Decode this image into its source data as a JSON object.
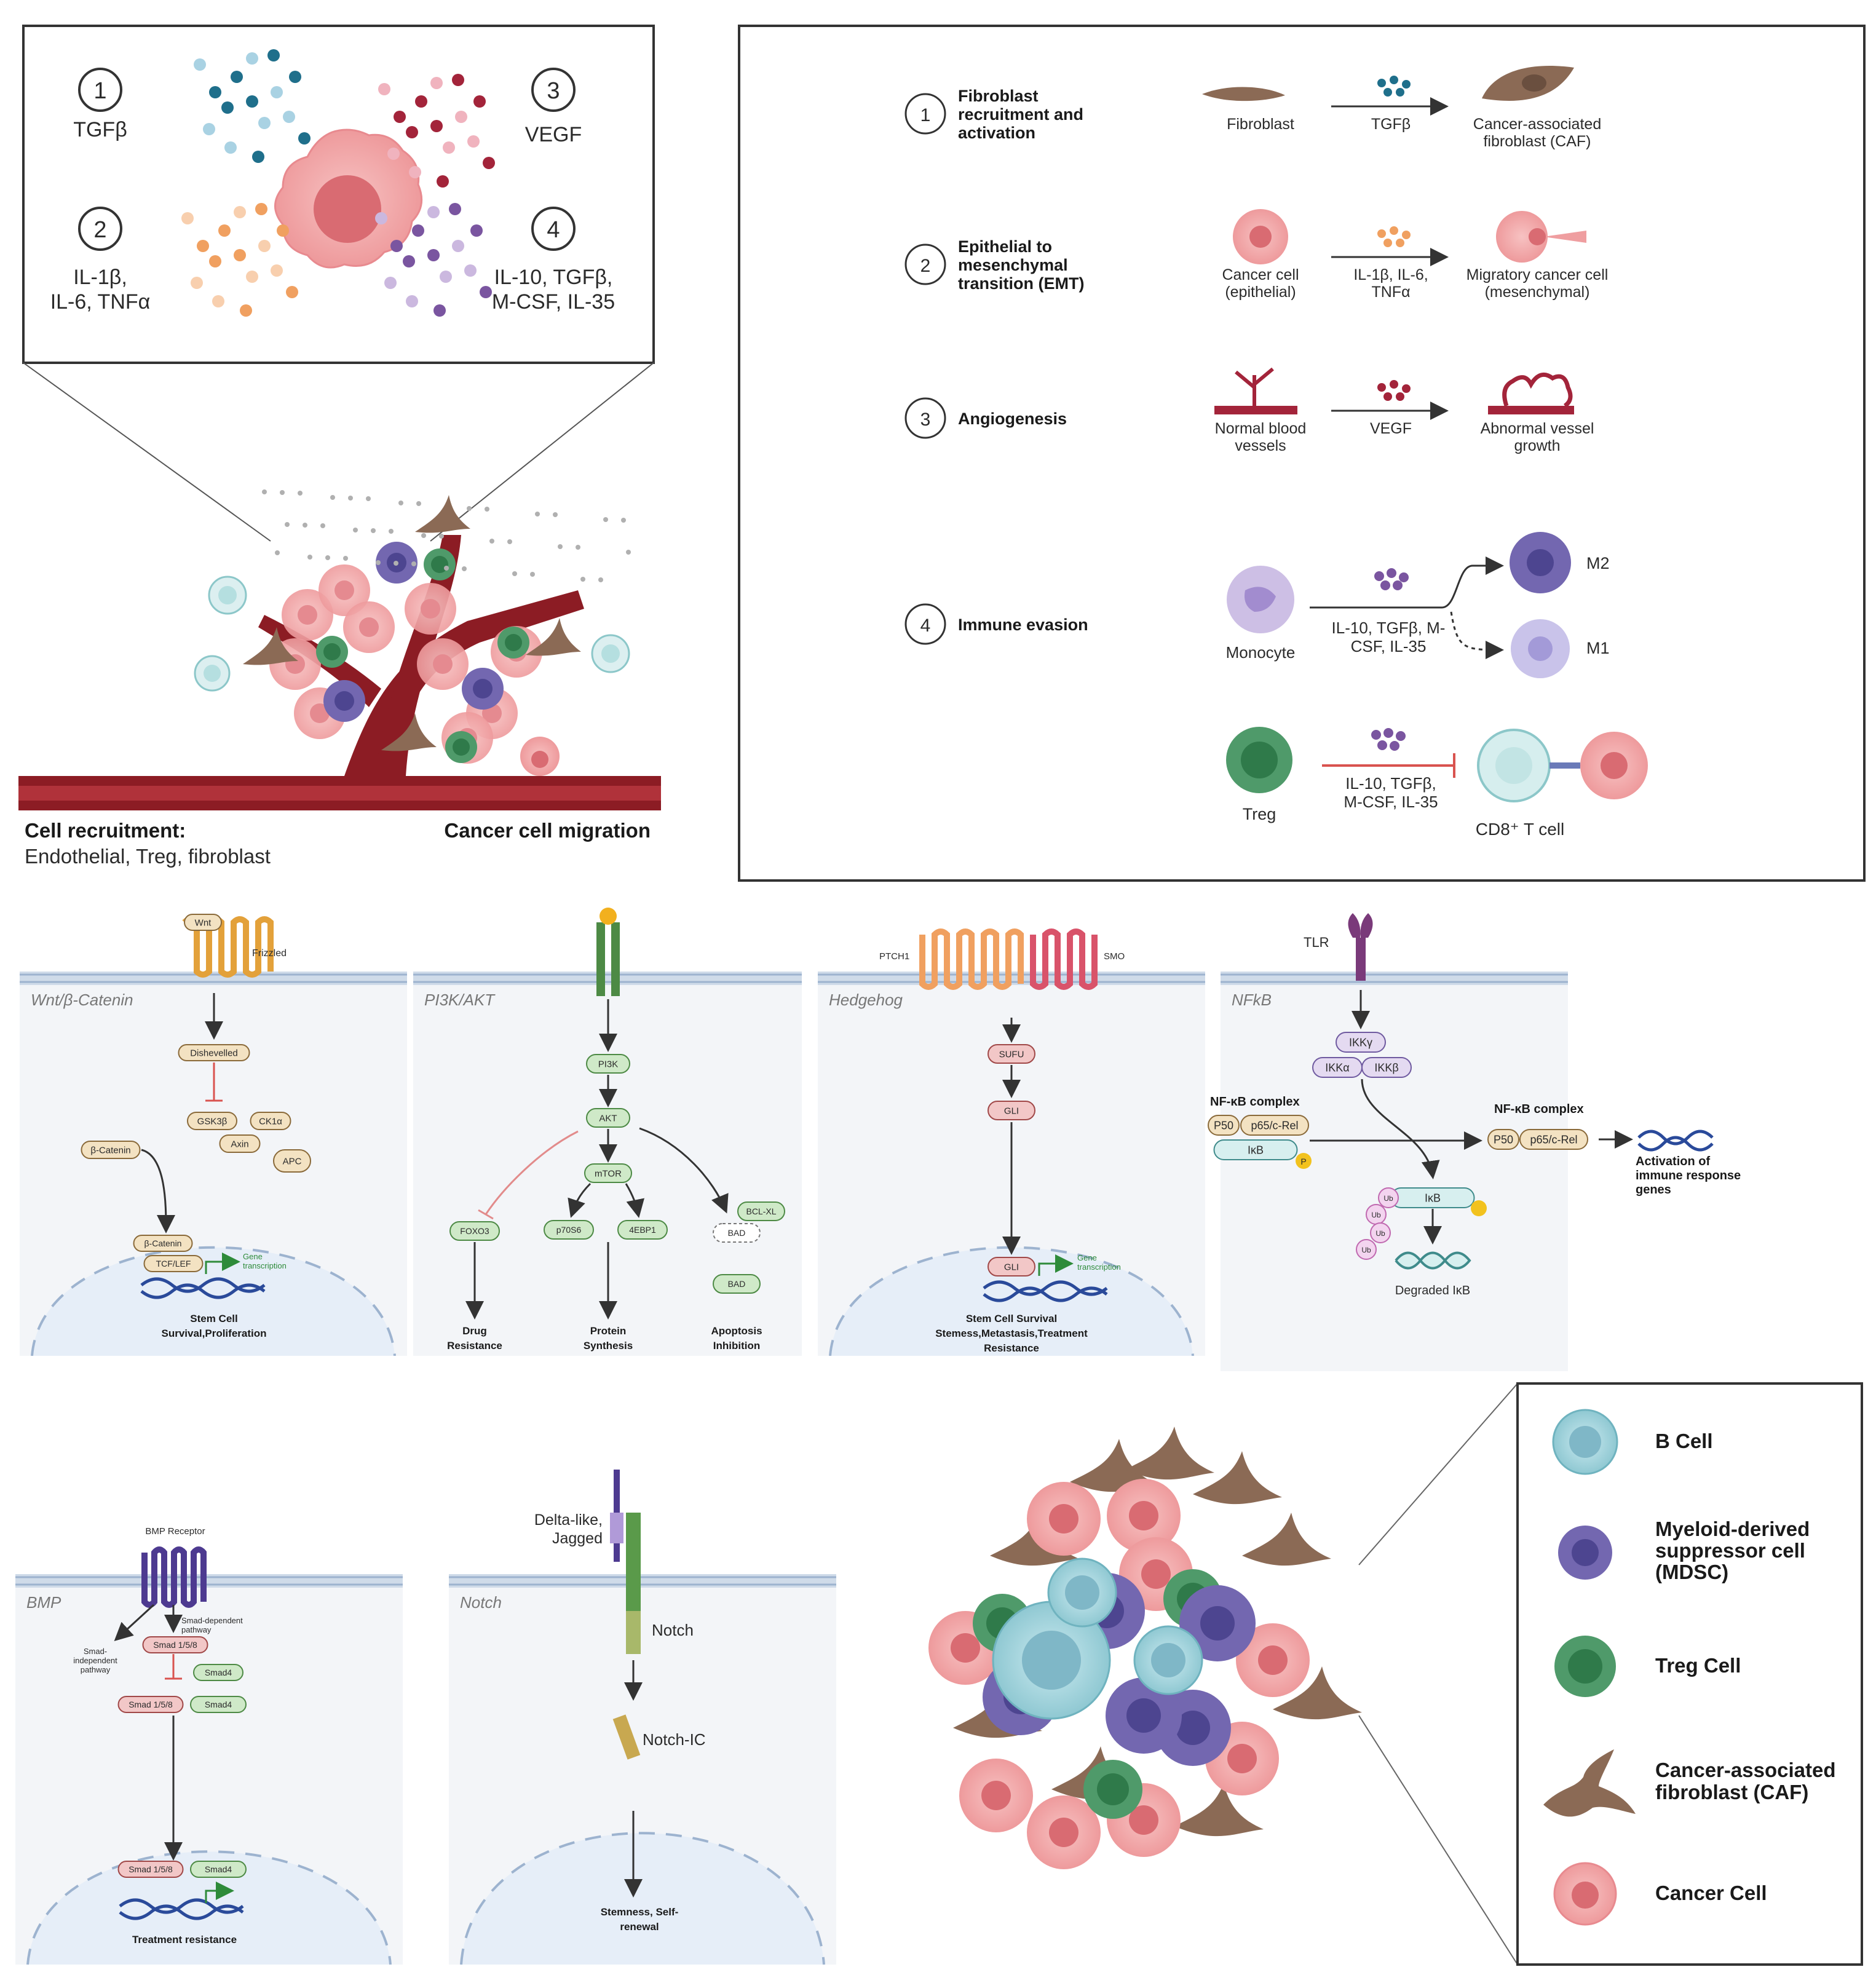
{
  "top_left": {
    "cytokines": [
      {
        "num": "1",
        "label_lines": [
          "TGFβ"
        ]
      },
      {
        "num": "2",
        "label_lines": [
          "IL-1β,",
          "IL-6, TNFα"
        ]
      },
      {
        "num": "3",
        "label_lines": [
          "VEGF"
        ]
      },
      {
        "num": "4",
        "label_lines": [
          "IL-10, TGFβ,",
          "M-CSF, IL-35"
        ]
      }
    ],
    "cell_recruitment_title": "Cell recruitment:",
    "cell_recruitment_items": "Endothelial, Treg, fibroblast",
    "cancer_migration": "Cancer cell migration"
  },
  "top_right": {
    "rows": [
      {
        "num": "1",
        "title_lines": [
          "Fibroblast",
          "recruitment and",
          "activation"
        ],
        "left": [
          "Fibroblast"
        ],
        "mid": [
          "TGFβ"
        ],
        "right": [
          "Cancer-associated",
          "fibroblast (CAF)"
        ]
      },
      {
        "num": "2",
        "title_lines": [
          "Epithelial to",
          "mesenchymal",
          "transition (EMT)"
        ],
        "left": [
          "Cancer cell",
          "(epithelial)"
        ],
        "mid": [
          "IL-1β, IL-6,",
          "TNFα"
        ],
        "right": [
          "Migratory cancer cell",
          "(mesenchymal)"
        ]
      },
      {
        "num": "3",
        "title_lines": [
          "Angiogenesis"
        ],
        "left": [
          "Normal blood",
          "vessels"
        ],
        "mid": [
          "VEGF"
        ],
        "right": [
          "Abnormal vessel",
          "growth"
        ]
      },
      {
        "num": "4",
        "title_lines": [
          "Immune evasion"
        ],
        "left": [
          "Monocyte"
        ],
        "mid": [
          "IL-10, TGFβ, M-",
          "CSF, IL-35"
        ],
        "right_a": "M2",
        "right_b": "M1"
      }
    ],
    "treg_label": "Treg",
    "treg_mid": [
      "IL-10, TGFβ,",
      "M-CSF, IL-35"
    ],
    "cd8_label": "CD8⁺ T cell"
  },
  "pathways": {
    "wnt": {
      "title": "Wnt/β-Catenin",
      "wnt": "Wnt",
      "frizzled": "Frizzled",
      "dishevelled": "Dishevelled",
      "gsk": "GSK3β",
      "ck1a": "CK1α",
      "axin": "Axin",
      "apc": "APC",
      "bcat": "β-Catenin",
      "bcat2": "β-Catenin",
      "tcf": "TCF/LEF",
      "gene": [
        "Gene",
        "transcription"
      ],
      "outcome": [
        "Stem Cell",
        "Survival,Proliferation"
      ]
    },
    "pi3k": {
      "title": "PI3K/AKT",
      "pi3k": "PI3K",
      "akt": "AKT",
      "mtor": "mTOR",
      "foxo3": "FOXO3",
      "p70s6": "p70S6",
      "ebp1": "4EBP1",
      "bclxl": "BCL-XL",
      "bad1": "BAD",
      "bad2": "BAD",
      "out1": [
        "Drug",
        "Resistance"
      ],
      "out2": [
        "Protein",
        "Synthesis"
      ],
      "out3": [
        "Apoptosis",
        "Inhibition"
      ]
    },
    "hedgehog": {
      "title": "Hedgehog",
      "ptch1": "PTCH1",
      "smo": "SMO",
      "sufu": "SUFU",
      "gli": "GLI",
      "gli2": "GLI",
      "gene": [
        "Gene",
        "transcription"
      ],
      "outcome": [
        "Stem Cell Survival",
        "Stemess,Metastasis,Treatment",
        "Resistance"
      ]
    },
    "nfkb": {
      "title": "NFkB",
      "tlr": "TLR",
      "ikkg": "IKKγ",
      "ikka": "IKKα",
      "ikkb": "IKKβ",
      "complex1": "NF-κB complex",
      "p50": "P50",
      "p65": "p65/c-Rel",
      "ikb": "IκB",
      "p": "P",
      "complex2": "NF-κB complex",
      "p50b": "P50",
      "p65b": "p65/c-Rel",
      "ub": "Ub",
      "ikb2": "IκB",
      "degraded": "Degraded IκB",
      "activation": [
        "Activation of",
        "immune response",
        "genes"
      ]
    },
    "bmp": {
      "title": "BMP",
      "receptor": "BMP Receptor",
      "smad_dep": [
        "Smad-dependent",
        "pathway"
      ],
      "smad_indep": [
        "Smad-",
        "independent",
        "pathway"
      ],
      "s158": "Smad 1/5/8",
      "s4": "Smad4",
      "s158b": "Smad 1/5/8",
      "s4b": "Smad4",
      "s158c": "Smad 1/5/8",
      "s4c": "Smad4",
      "outcome": "Treatment resistance"
    },
    "notch": {
      "title": "Notch",
      "ligand": [
        "Delta-like,",
        "Jagged"
      ],
      "notch": "Notch",
      "nic": "Notch-IC",
      "outcome": [
        "Stemness, Self-",
        "renewal"
      ]
    }
  },
  "legend": {
    "items": [
      {
        "label": [
          "B Cell"
        ]
      },
      {
        "label": [
          "Myeloid-derived",
          "suppressor cell",
          "(MDSC)"
        ]
      },
      {
        "label": [
          "Treg Cell"
        ]
      },
      {
        "label": [
          "Cancer-associated",
          "fibroblast (CAF)"
        ]
      },
      {
        "label": [
          "Cancer Cell"
        ]
      }
    ]
  },
  "colors": {
    "cancer_cell": "#f2a9a9",
    "cancer_nucleus": "#d96b72",
    "treg": "#4f9a6a",
    "mdsc": "#7367b0",
    "bcell": "#9ccfd6",
    "caf": "#8b6a55",
    "vessel": "#8c1c24",
    "tgfb": "#1f6f8b",
    "il1": "#f0a060",
    "vegf": "#a3243a",
    "il10": "#7a55a0"
  }
}
